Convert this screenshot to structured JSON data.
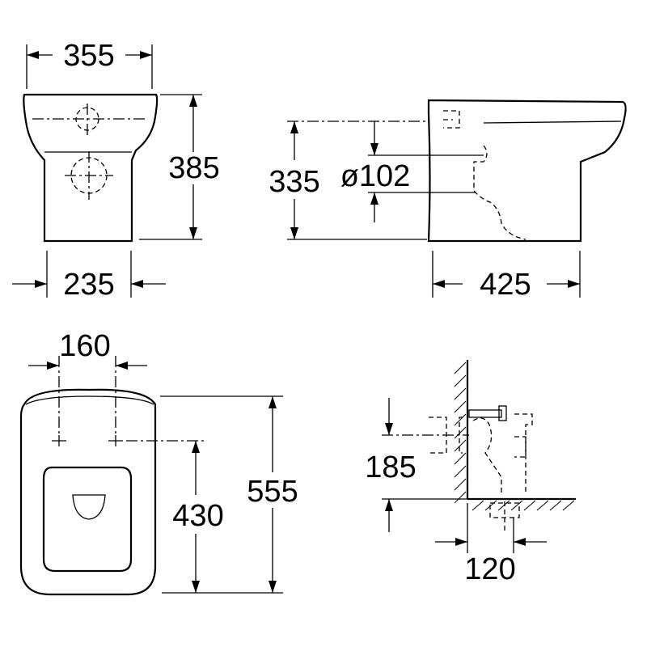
{
  "dimensions": {
    "front_width_top": "355",
    "front_height": "385",
    "front_base_width": "235",
    "side_height": "335",
    "side_outlet_diameter": "ø102",
    "side_depth": "425",
    "plan_fixing_spacing": "160",
    "plan_fixing_depth": "430",
    "plan_overall_depth": "555",
    "detail_outlet_height": "185",
    "detail_outlet_offset": "120"
  }
}
